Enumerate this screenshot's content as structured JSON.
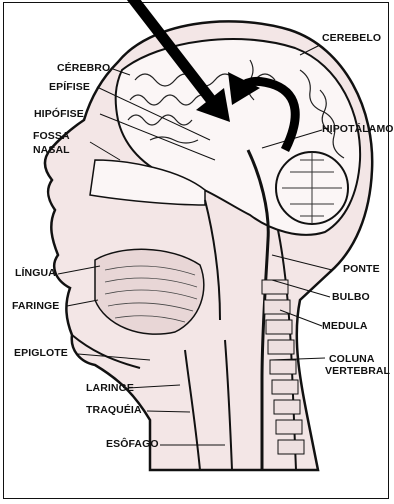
{
  "labels": {
    "cerebelo": "CEREBELO",
    "cerebro": "CÉREBRO",
    "epifise": "EPÍFISE",
    "hipofise": "HIPÓFISE",
    "fossa": "FOSSA",
    "nasal": "NASAL",
    "hipotalamo": "HIPOTÁLAMO",
    "lingua": "LÍNGUA",
    "faringe": "FARINGE",
    "epiglote": "EPIGLOTE",
    "ponte": "PONTE",
    "bulbo": "BULBO",
    "medula": "MEDULA",
    "coluna": "COLUNA",
    "vertebral": "VERTEBRAL",
    "laringe": "LARINGE",
    "traqueia": "TRAQUÉIA",
    "esofago": "ESÔFAGO"
  },
  "colors": {
    "ink": "#111111",
    "tissue": "#f3e6e6",
    "background": "#ffffff"
  }
}
